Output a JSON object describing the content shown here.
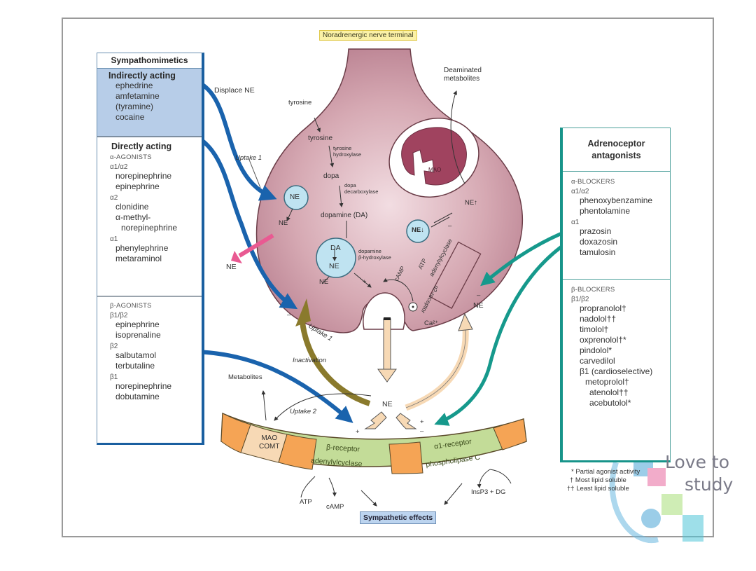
{
  "title": "Noradrenergic nerve terminal",
  "sympathomimetics": {
    "header": "Sympathomimetics",
    "indirect": {
      "title": "Indirectly acting",
      "drugs": [
        "ephedrine",
        "amfetamine",
        "(tyramine)",
        "cocaine"
      ]
    },
    "direct": {
      "title": "Directly acting",
      "alpha_caption": "α-AGONISTS",
      "groups": [
        {
          "label": "α1/α2",
          "drugs": [
            "norepinephrine",
            "epinephrine"
          ]
        },
        {
          "label": "α2",
          "drugs": [
            "clonidine",
            "α-methyl-",
            "norepinephrine"
          ]
        },
        {
          "label": "α1",
          "drugs": [
            "phenylephrine",
            "metaraminol"
          ]
        }
      ]
    },
    "beta": {
      "caption": "β-AGONISTS",
      "groups": [
        {
          "label": "β1/β2",
          "drugs": [
            "epinephrine",
            "isoprenaline"
          ]
        },
        {
          "label": "β2",
          "drugs": [
            "salbutamol",
            "terbutaline"
          ]
        },
        {
          "label": "β1",
          "drugs": [
            "norepinephrine",
            "dobutamine"
          ]
        }
      ]
    }
  },
  "antagonists": {
    "header_line1": "Adrenoceptor",
    "header_line2": "antagonists",
    "alpha": {
      "caption": "α-BLOCKERS",
      "groups": [
        {
          "label": "α1/α2",
          "drugs": [
            "phenoxybenzamine",
            "phentolamine"
          ]
        },
        {
          "label": "α1",
          "drugs": [
            "prazosin",
            "doxazosin",
            "tamulosin"
          ]
        }
      ]
    },
    "beta": {
      "caption": "β-BLOCKERS",
      "group_label": "β1/β2",
      "drugs": [
        "propranolol†",
        "nadolol††",
        "timolol†",
        "oxprenolol†*",
        "pindolol*",
        "carvedilol"
      ],
      "cardio_label": "β1 (cardioselective)",
      "cardio_drugs": [
        "metoprolol†",
        "atenolol††",
        "acebutolol*"
      ]
    }
  },
  "footnotes": [
    "* Partial agonist activity",
    "† Most lipid soluble",
    "†† Least lipid soluble"
  ],
  "terminal_labels": {
    "displace_ne": "Displace NE",
    "uptake1_top": "Uptake 1",
    "tyrosine_out": "tyrosine",
    "tyrosine_in": "tyrosine",
    "tyrosine_hydroxylase_1": "tyrosine",
    "tyrosine_hydroxylase_2": "hydroxylase",
    "dopa": "dopa",
    "dopa_decarboxylase_1": "dopa",
    "dopa_decarboxylase_2": "decarboxylase",
    "dopamine": "dopamine (DA)",
    "vesicle_ne": "NE",
    "ne_out1": "NE",
    "ne_released_left": "NE",
    "mao": "MAO",
    "deaminated_1": "Deaminated",
    "deaminated_2": "metabolites",
    "ne_up": "NE↑",
    "ne_down": "NE↓",
    "minus_sign": "–",
    "da": "DA",
    "ne_in_vesicle": "NE",
    "dbh_1": "dopamine",
    "dbh_2": "β-hydroxylase",
    "ne_vesicle_out": "NE",
    "camp": "cAMP",
    "atp": "ATP",
    "adenylylcyclase": "adenylylcyclase",
    "alpha2_receptor": "α2-receptor",
    "ca": "Ca²⁺",
    "ne_right": "NE",
    "plus": "+"
  },
  "synapse_labels": {
    "uptake1": "Uptake 1",
    "inactivation": "Inactivation",
    "metabolites": "Metabolites",
    "uptake2": "Uptake 2",
    "ne_cleft": "NE",
    "mao_comt_1": "MAO",
    "mao_comt_2": "COMT",
    "beta_receptor": "β-receptor",
    "beta_enzyme": "adenylylcyclase",
    "alpha1_receptor": "α1-receptor",
    "alpha1_enzyme": "phospholipase C",
    "atp": "ATP",
    "camp": "cAMP",
    "insp3": "InsP3 + DG",
    "effects": "Sympathetic effects"
  },
  "watermark": {
    "line1": "Love to",
    "line2": "study"
  },
  "colors": {
    "terminal": "#c9939f",
    "vesicle": "#bfe3f1",
    "mito": "#a0435f",
    "blue_arrow": "#1a63ad",
    "teal_arrow": "#16998c",
    "olive_arrow": "#8a7a2c",
    "pink_arrow": "#e95a92",
    "peach": "#f7d9b5",
    "orange": "#f5a455",
    "green": "#c3dc98"
  }
}
